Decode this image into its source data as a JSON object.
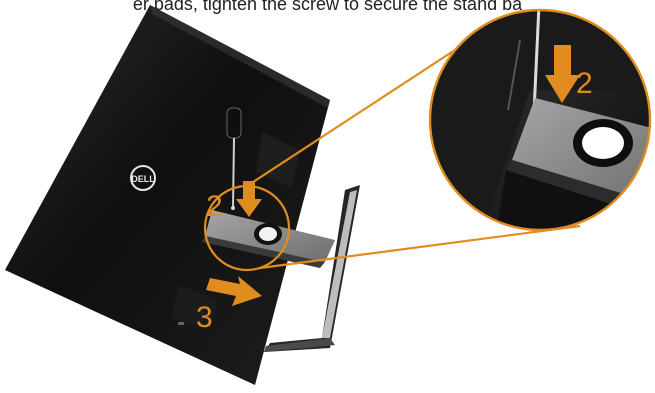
{
  "caption": "er pads, tighten the screw to secure the stand ba",
  "logo_text": "DELL",
  "steps": {
    "screw_step": "2",
    "zoom_screw_step": "2",
    "slide_step": "3"
  },
  "colors": {
    "accent": "#E08C1E",
    "monitor_body": "#141414",
    "stand_plate": "#8C8C8C",
    "stand_arm": "#2A2A2A"
  },
  "icons": [
    "screwdriver-icon",
    "down-arrow-icon",
    "right-arrow-icon",
    "dell-logo-icon"
  ]
}
